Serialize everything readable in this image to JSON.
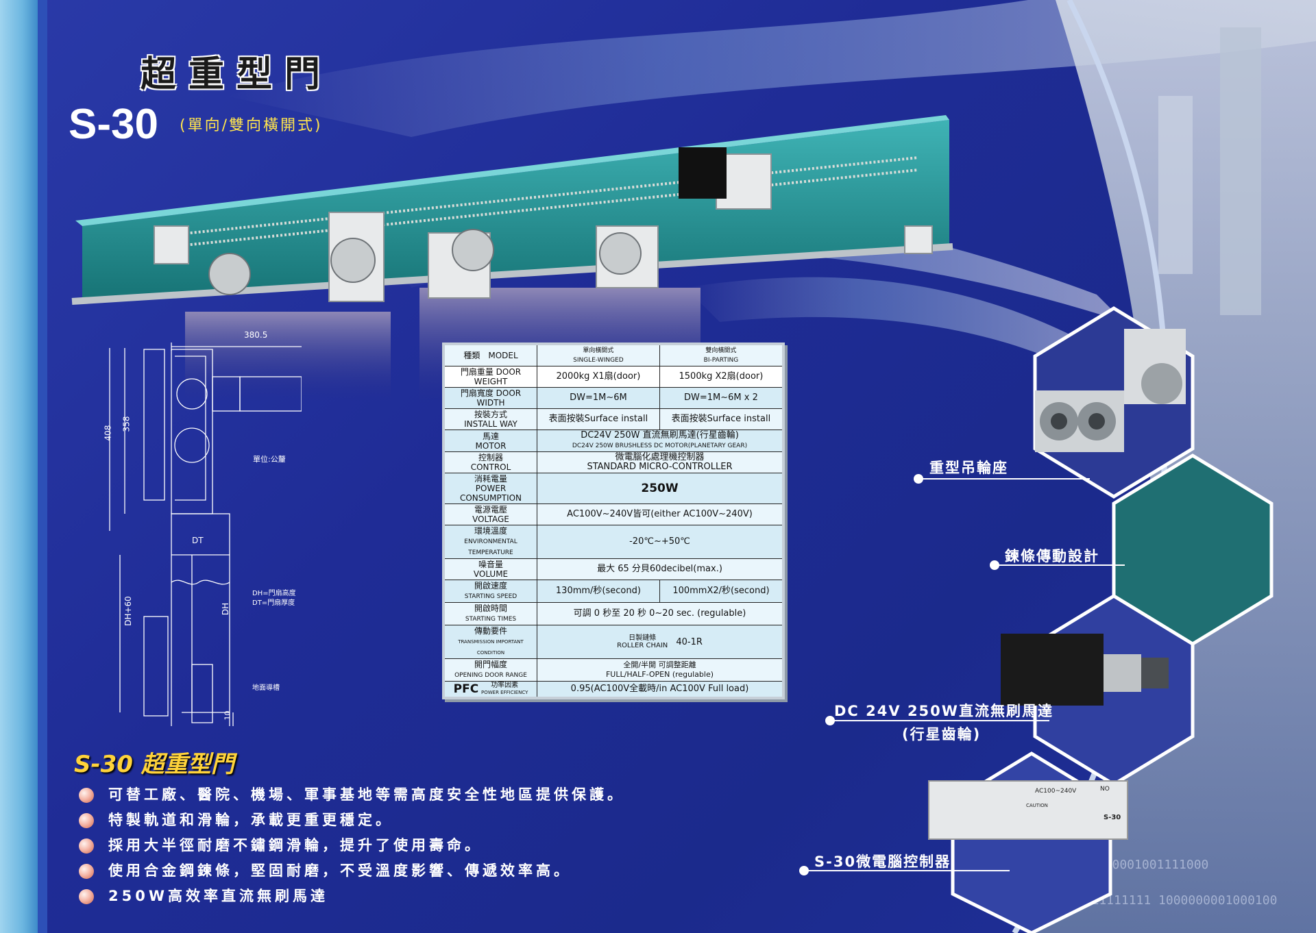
{
  "header": {
    "title_cn": "超重型門",
    "model": "S-30",
    "subtitle": "(單向/雙向橫開式)"
  },
  "drawing": {
    "width_dim": "380.5",
    "height_outer": "408",
    "height_inner": "358",
    "unit_label": "單位:公釐",
    "dt_label": "DT",
    "dh60_label": "DH+60",
    "dh_label": "DH",
    "dh_note": "DH=門扇高度",
    "dt_note": "DT=門扇厚度",
    "floor_note": "地面導槽",
    "bottom_dim": "10"
  },
  "spec_table": {
    "header": {
      "model": "種類　MODEL",
      "single_cn": "單向橫開式",
      "single_en": "SINGLE-WINGED",
      "bi_cn": "雙向橫開式",
      "bi_en": "BI-PARTING"
    },
    "rows": {
      "weight": {
        "label": "門扇重量 DOOR WEIGHT",
        "single": "2000kg X1扇(door)",
        "bi": "1500kg X2扇(door)"
      },
      "width": {
        "label": "門扇寬度 DOOR WIDTH",
        "single": "DW=1M~6M",
        "bi": "DW=1M~6M x 2"
      },
      "install": {
        "label_cn": "按裝方式",
        "label_en": "INSTALL WAY",
        "single": "表面按裝Surface install",
        "bi": "表面按裝Surface install"
      },
      "motor": {
        "label_cn": "馬達",
        "label_en": "MOTOR",
        "value_cn": "DC24V 250W 直流無刷馬達(行星齒輪)",
        "value_en": "DC24V 250W BRUSHLESS DC MOTOR(PLANETARY GEAR)"
      },
      "control": {
        "label_cn": "控制器",
        "label_en": "CONTROL",
        "value_cn": "微電腦化處理機控制器",
        "value_en": "STANDARD MICRO-CONTROLLER"
      },
      "power": {
        "label_cn": "消耗電量",
        "label_en": "POWER CONSUMPTION",
        "value": "250W"
      },
      "voltage": {
        "label_cn": "電源電壓",
        "label_en": "VOLTAGE",
        "value": "AC100V~240V皆可(either AC100V~240V)"
      },
      "temp": {
        "label_cn": "環境溫度",
        "label_en": "ENVIRONMENTAL TEMPERATURE",
        "value": "-20℃~+50℃"
      },
      "volume": {
        "label_cn": "噪音量",
        "label_en": "VOLUME",
        "value": "最大 65 分貝60decibel(max.)"
      },
      "speed": {
        "label_cn": "開啟速度",
        "label_en": "STARTING SPEED",
        "single": "130mm/秒(second)",
        "bi": "100mmX2/秒(second)"
      },
      "time": {
        "label_cn": "開啟時間",
        "label_en": "STARTING TIMES",
        "value": "可調 0 秒至 20 秒 0~20 sec. (regulable)"
      },
      "transmission": {
        "label_cn": "傳動要件",
        "label_en": "TRANSMISSION IMPORTANT CONDITION",
        "value_cn": "日製鏈條",
        "value_en": "ROLLER CHAIN",
        "value_num": "40-1R"
      },
      "range": {
        "label_cn": "開門幅度",
        "label_en": "OPENING DOOR RANGE",
        "value_cn": "全開/半開 可調整距離",
        "value_en": "FULL/HALF-OPEN (regulable)"
      },
      "pfc": {
        "label_abbr": "PFC",
        "label_cn": "功率因素",
        "label_en": "POWER EFFICIENCY",
        "value": "0.95(AC100V全載時/in AC100V Full load)"
      }
    }
  },
  "features": {
    "title": "S-30 超重型門",
    "items": [
      "可替工廠、醫院、機場、軍事基地等需高度安全性地區提供保護。",
      "特製軌道和滑輪，承載更重更穩定。",
      "採用大半徑耐磨不鏽鋼滑輪，提升了使用壽命。",
      "使用合金鋼鍊條，堅固耐磨，不受溫度影響、傳遞效率高。",
      "250W高效率直流無刷馬達"
    ]
  },
  "callouts": {
    "pulley": "重型吊輪座",
    "chain": "鍊條傳動設計",
    "motor_line1": "DC 24V 250W直流無刷馬達",
    "motor_line2": "(行星齒輪)",
    "controller": "S-30微電腦控制器"
  },
  "controller_box": {
    "voltage": "AC100~240V",
    "model": "S-30",
    "no": "NO",
    "caution": "CAUTION"
  },
  "colors": {
    "background": "#1f2c96",
    "accent_yellow": "#ffd33a",
    "rail_teal": "#1f8c8e",
    "table_bg": "#eaf6fc"
  }
}
